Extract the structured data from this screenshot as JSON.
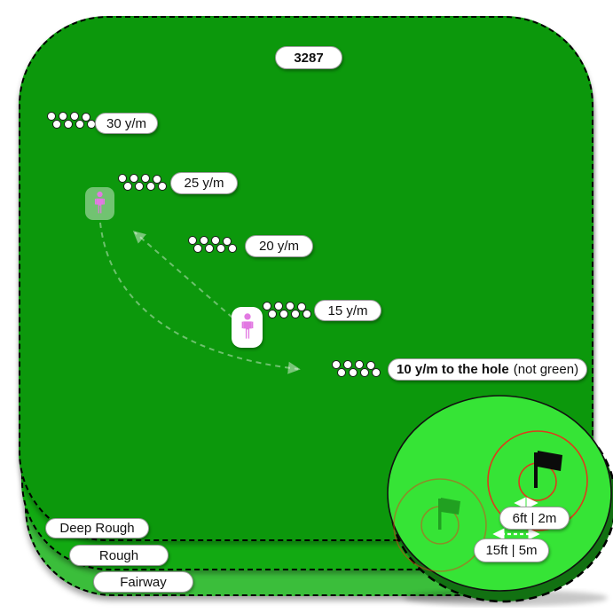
{
  "title": "3287",
  "stations": [
    {
      "label": "30 y/m"
    },
    {
      "label": "25 y/m"
    },
    {
      "label": "20 y/m"
    },
    {
      "label": "15 y/m"
    },
    {
      "label": "10 y/m to the hole",
      "note": "(not green)"
    }
  ],
  "zones": [
    {
      "label": "Deep Rough"
    },
    {
      "label": "Rough"
    },
    {
      "label": "Fairway"
    }
  ],
  "green_detail": {
    "inner_distance": "6ft | 2m",
    "outer_distance": "15ft | 5m"
  },
  "icons": {
    "person": "person-icon",
    "ball": "golf-ball",
    "flag": "flag-icon"
  },
  "colors": {
    "deep_rough": "#0c980c",
    "rough": "#12aa12",
    "fairway": "#3bbe3b",
    "green_circle": "#36e436",
    "green_rim": "#127112",
    "target_ring": "#dd3a1c",
    "person": "#e279e2",
    "ball": "#ffffff"
  }
}
